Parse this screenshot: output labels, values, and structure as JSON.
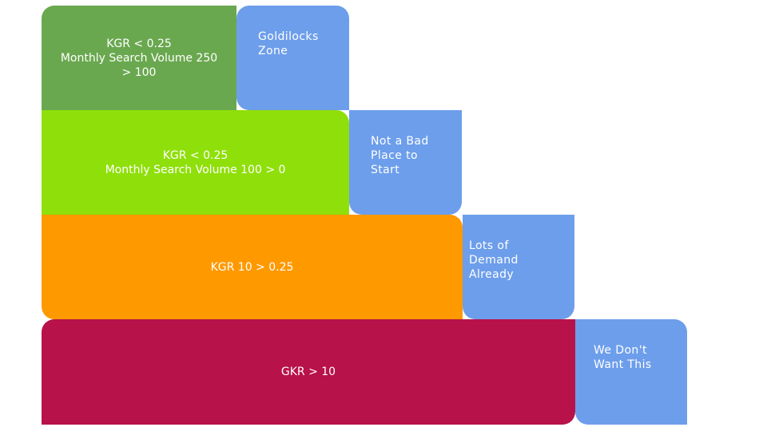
{
  "tiers": [
    {
      "criteria_lines": [
        "KGR < 0.25",
        "Monthly Search Volume 250",
        "> 100"
      ],
      "note_lines": [
        "Goldilocks",
        "Zone"
      ],
      "color": "#6aa84f"
    },
    {
      "criteria_lines": [
        "KGR < 0.25",
        "Monthly Search Volume 100 > 0"
      ],
      "note_lines": [
        "Not a Bad",
        "Place to",
        "Start"
      ],
      "color": "#8fdf0a"
    },
    {
      "criteria_lines": [
        "KGR 10 > 0.25"
      ],
      "note_lines": [
        "Lots of",
        "Demand",
        "Already"
      ],
      "color": "#ff9900"
    },
    {
      "criteria_lines": [
        "GKR > 10"
      ],
      "note_lines": [
        "We Don't",
        "Want This"
      ],
      "color": "#b71249"
    }
  ],
  "note_color": "#6d9eeb"
}
